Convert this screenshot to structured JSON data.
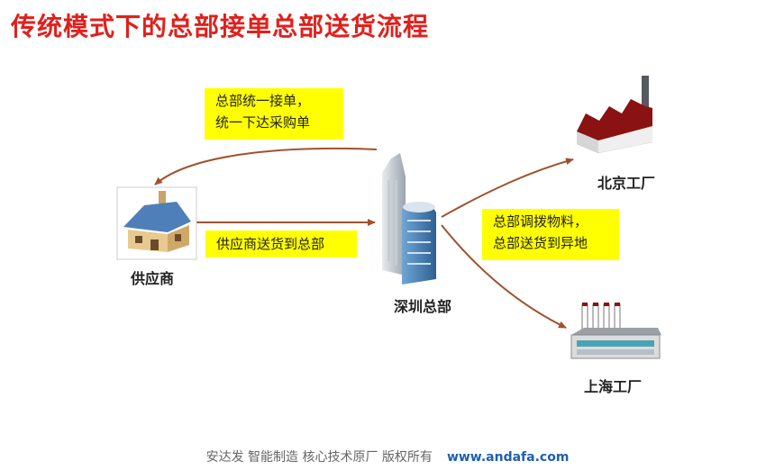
{
  "title": "传统模式下的总部接单总部送货流程",
  "notes": {
    "hq_order": [
      "总部统一接单，",
      "统一下达采购单"
    ],
    "supplier_delivery": [
      "供应商送货到总部"
    ],
    "hq_dispatch": [
      "总部调拨物料，",
      "总部送货到异地"
    ]
  },
  "nodes": {
    "supplier": "供应商",
    "hq": "深圳总部",
    "beijing": "北京工厂",
    "shanghai": "上海工厂"
  },
  "footer": {
    "text": "安达发   智能制造 核心技术原厂   版权所有",
    "url": "www.andafa.com"
  },
  "colors": {
    "title": "#e0201c",
    "arrow": "#a0522d",
    "note_bg": "#ffff00"
  }
}
